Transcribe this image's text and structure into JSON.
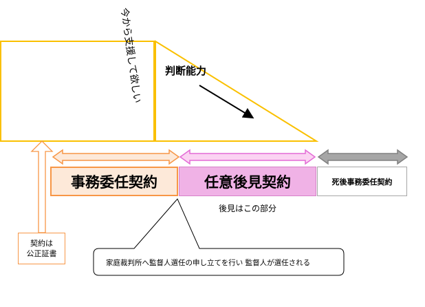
{
  "diagram": {
    "vertical_label": "今から支援して欲しい",
    "ability_label": "判断能力",
    "contracts": {
      "jimu_inin": "事務委任契約",
      "nini_kouken": "任意後見契約",
      "shigo_jimu": "死後事務委任契約"
    },
    "kouken_note": "後見はこの部分",
    "notary_note_line1": "契約は",
    "notary_note_line2": "公正証書",
    "callout": "家庭裁判所へ監督人選任の申し立てを行い 監督人が選任される"
  }
}
